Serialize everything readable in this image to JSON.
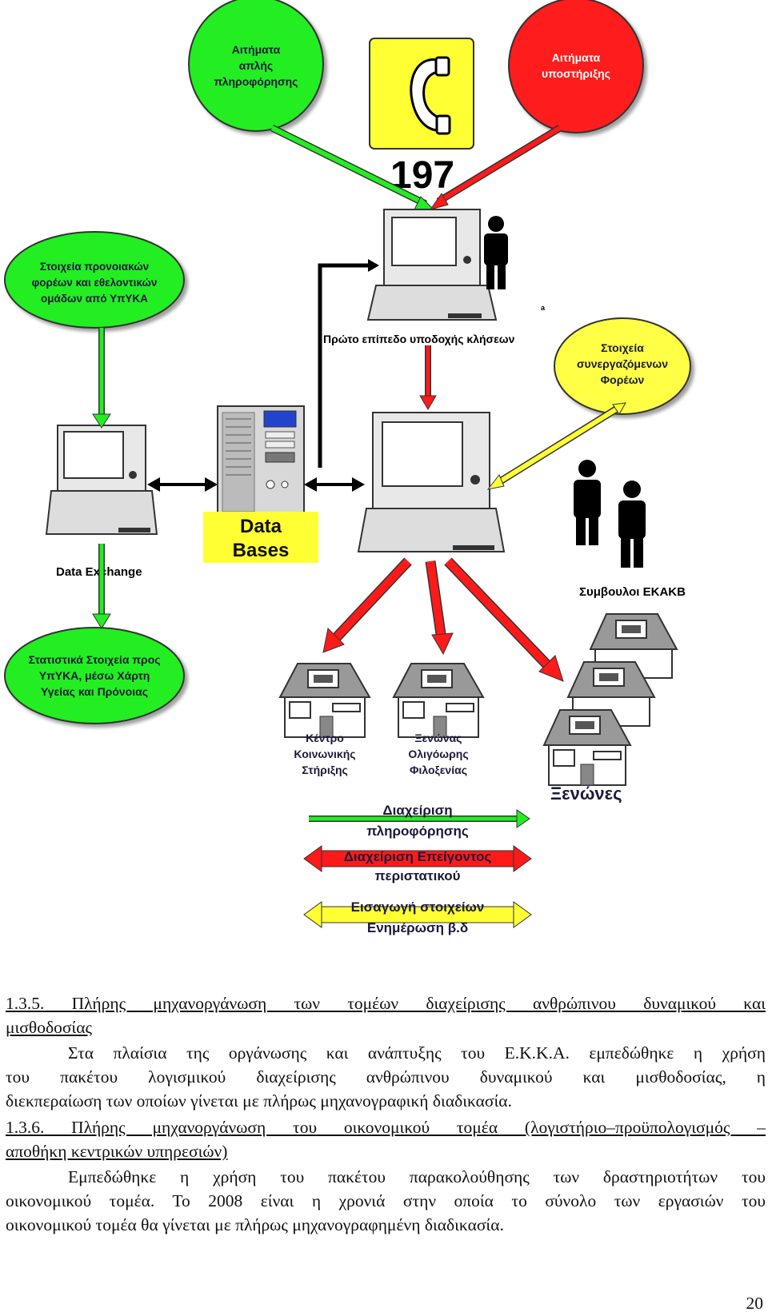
{
  "diagram": {
    "bubbles": {
      "simple_info": [
        "Αιτήματα",
        "απλής",
        "πληροφόρησης"
      ],
      "support": [
        "Αιτήματα",
        "υποστήριξης"
      ],
      "welfare": [
        "Στοιχεία προνοιακών",
        "φορέων και εθελοντικών",
        "ομάδων από ΥπΥΚΑ"
      ],
      "partners": [
        "Στοιχεία",
        "συνεργαζόμενων",
        "Φορέων"
      ],
      "statistics": [
        "Στατιστικά Στοιχεία προς",
        "ΥπΥΚΑ, μέσω Χάρτη",
        "Υγείας και Πρόνοιας"
      ]
    },
    "phone_number": "197",
    "first_level": "Πρώτο επίπεδο υποδοχής κλήσεων",
    "small_mark": "a",
    "data_bases": [
      "Data",
      "Bases"
    ],
    "data_exchange": "Data Exchange",
    "advisors": "Συμβουλοι ΕΚΑΚΒ",
    "house_center": [
      "Κέντρο",
      "Κοινωνικής",
      "Στήριξης"
    ],
    "house_shelter": [
      "Ξενώνας",
      "Ολιγόωρης",
      "Φιλοξενίας"
    ],
    "shelters": "Ξενώνες",
    "legend": {
      "info_mgmt": [
        "Διαχείριση",
        "πληροφόρησης"
      ],
      "emergency": [
        "Διαχείριση Επείγοντος",
        "περιστατικού"
      ],
      "data_entry": [
        "Εισαγωγή στοιχείων",
        "Ενημέρωση β.δ"
      ]
    },
    "colors": {
      "green": "#00ee33",
      "red": "#ff1a1a",
      "yellow": "#ffff44",
      "black": "#000000"
    }
  },
  "text": {
    "s1_heading_line1": "1.3.5. Πλήρης μηχανοργάνωση των τομέων διαχείρισης ανθρώπινου δυναμικού και",
    "s1_heading_line2": "μισθοδοσίας",
    "s1_line1": "Στα πλαίσια της οργάνωσης και ανάπτυξης του Ε.Κ.Κ.Α. εμπεδώθηκε η χρήση",
    "s1_line2": "του  πακέτου λογισμικού διαχείρισης ανθρώπινου δυναμικού και μισθοδοσίας, η",
    "s1_line3": "διεκπεραίωση των οποίων γίνεται με πλήρως μηχανογραφική διαδικασία.",
    "s2_heading_line1": "1.3.6. Πλήρης μηχανοργάνωση του οικονομικού τομέα (λογιστήριο–προϋπολογισμός –",
    "s2_heading_line2": "αποθήκη κεντρικών υπηρεσιών)",
    "s2_line1": "Εμπεδώθηκε η χρήση του πακέτου παρακολούθησης των δραστηριοτήτων του",
    "s2_line2": "οικονομικού τομέα. Το 2008 είναι η χρονιά στην οποία το σύνολο των εργασιών του",
    "s2_line3": "οικονομικού τομέα θα γίνεται με πλήρως μηχανογραφημένη διαδικασία."
  },
  "page_number": "20"
}
